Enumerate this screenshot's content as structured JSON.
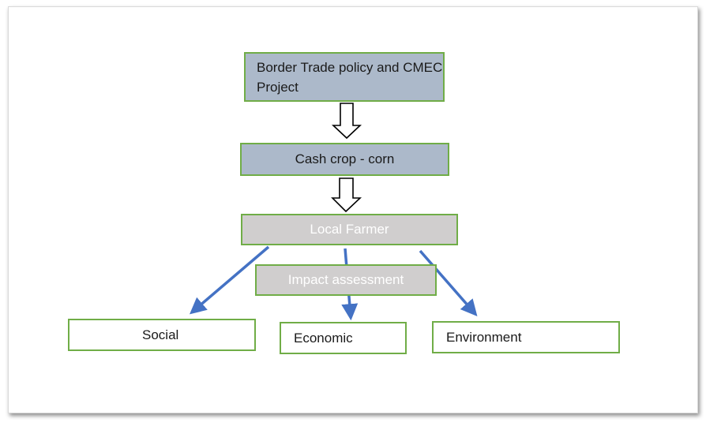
{
  "nodes": {
    "policy": "Border Trade policy and CMEC Project",
    "crop": "Cash crop - corn",
    "farmer": "Local Farmer",
    "impact": "Impact assessment",
    "social": "Social",
    "economic": "Economic",
    "environment": "Environment"
  },
  "colors": {
    "box_border": "#70ad47",
    "blue_fill": "#acb9ca",
    "grey_fill": "#d0cece",
    "arrow_blue": "#4472c4"
  }
}
